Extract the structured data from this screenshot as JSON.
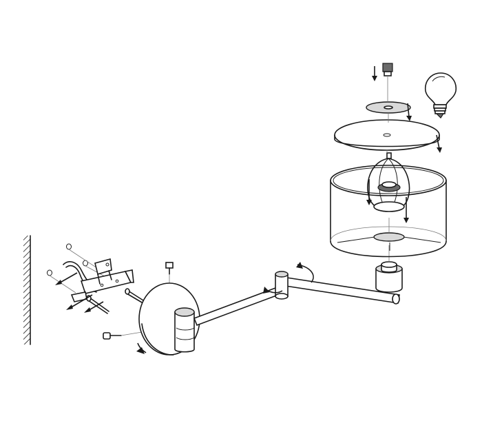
{
  "diagram": {
    "colors": {
      "line": "#1a1a1a",
      "shade": "#d9d9d9",
      "dark": "#6b6b6b",
      "background": "#ffffff"
    },
    "parts": [
      "wall-hatch",
      "wall-plugs",
      "mounting-bracket",
      "fixing-screws",
      "set-screw",
      "wall-plate",
      "swivel-arm",
      "swing-joint",
      "lamp-socket",
      "lamp-shade",
      "diffuser-disc",
      "retaining-ring",
      "top-nut",
      "light-bulb"
    ]
  }
}
